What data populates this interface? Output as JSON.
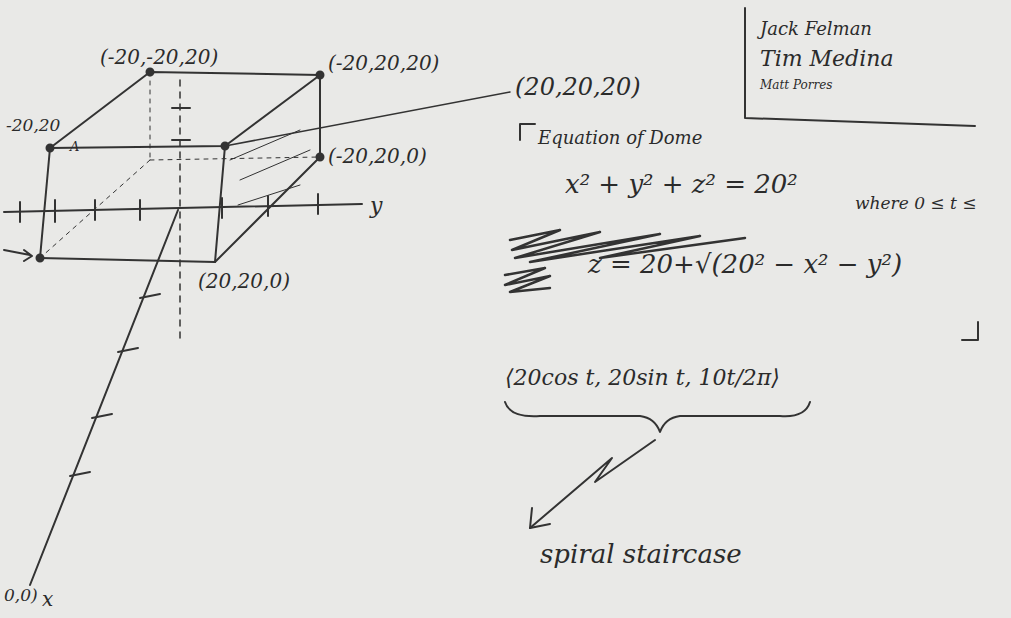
{
  "diagram": {
    "nodes": [
      {
        "text": [
          "Jack Felman",
          "Tim Medina",
          "Matt Porres"
        ]
      }
    ],
    "labels": [
      "(-20,-20,20)",
      "(-20,20,20)",
      "-20,20",
      "A",
      "(20,20,20)",
      "(-20,20,0)",
      "y",
      "(20,20,0)",
      "0,0)",
      "x",
      "Equation of Dome",
      "x² + y² + z² = 20²",
      "where 0 ≤ t ≤",
      "z = 20+√(20² − x² − y²)",
      "⟨20cos t, 20sin t, 10t/2π⟩",
      "spiral staircase"
    ]
  }
}
